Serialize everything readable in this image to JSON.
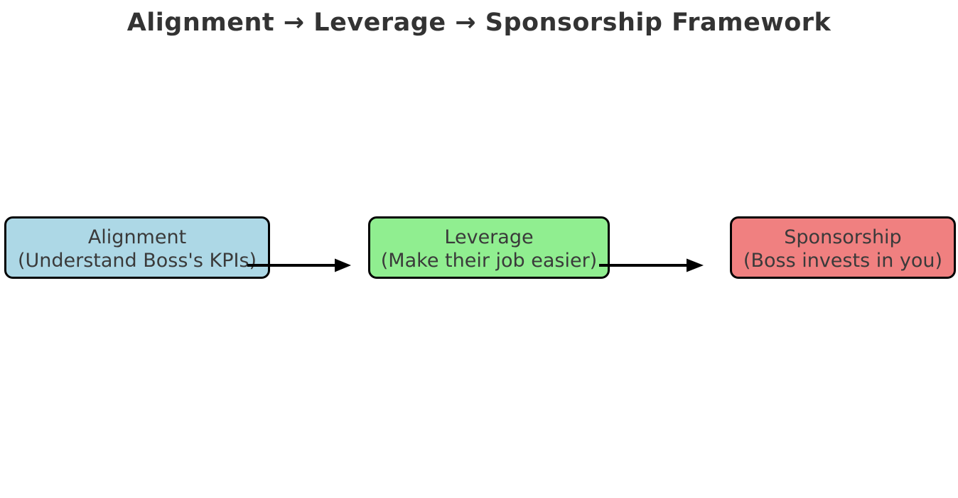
{
  "title": "Alignment → Leverage → Sponsorship Framework",
  "diagram": {
    "title_color": "#333333",
    "text_color": "#3a3a3a",
    "border_color": "#000000",
    "arrow_color": "#000000",
    "background_color": "#ffffff",
    "nodes": [
      {
        "name": "alignment",
        "label": "Alignment",
        "sublabel": "(Understand Boss's KPIs)",
        "fill": "#add8e6"
      },
      {
        "name": "leverage",
        "label": "Leverage",
        "sublabel": "(Make their job easier)",
        "fill": "#90ee90"
      },
      {
        "name": "sponsorship",
        "label": "Sponsorship",
        "sublabel": "(Boss invests in you)",
        "fill": "#f08080"
      }
    ],
    "arrows": [
      {
        "from": "alignment",
        "to": "leverage"
      },
      {
        "from": "leverage",
        "to": "sponsorship"
      }
    ]
  }
}
